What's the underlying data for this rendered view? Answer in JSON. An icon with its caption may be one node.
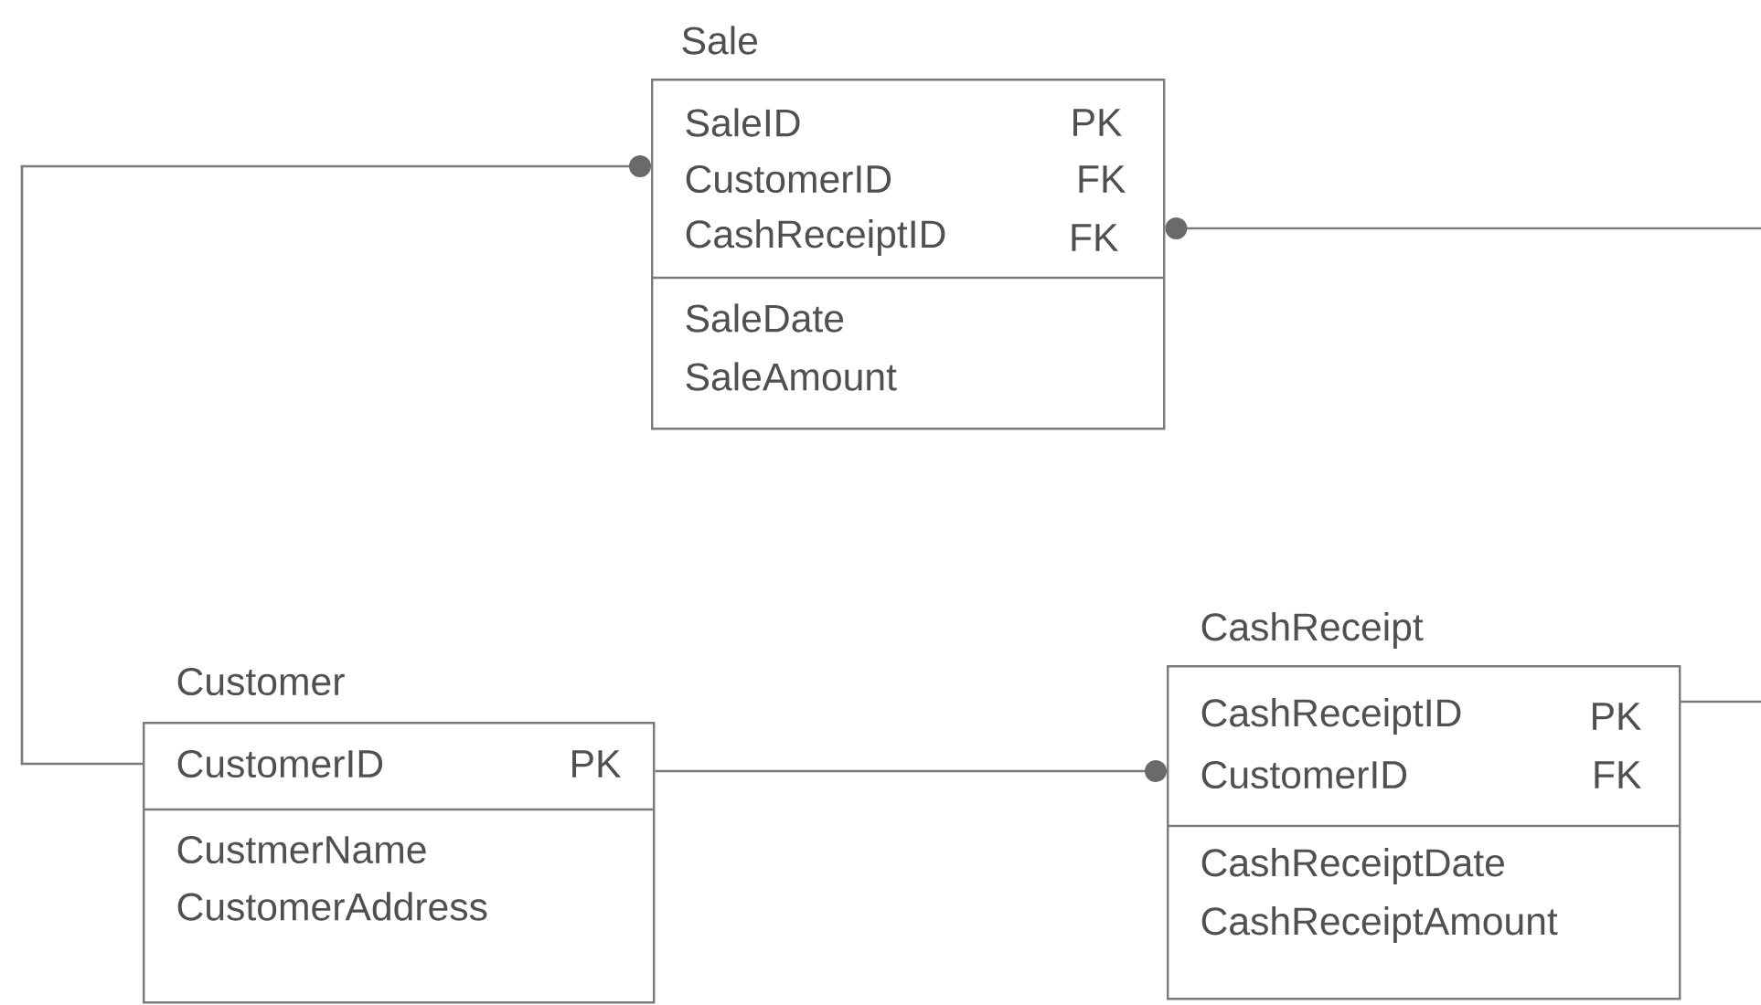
{
  "diagram": {
    "nodes": [
      {
        "text": [
          "Sale",
          "SaleID",
          "PK",
          "CustomerID",
          "FK",
          "CashReceiptID",
          "FK",
          "SaleDate",
          "SaleAmount"
        ]
      },
      {
        "text": [
          "CashReceipt",
          "CashReceiptID",
          "PK",
          "CustomerID",
          "FK",
          "CashReceiptDate",
          "CashReceiptAmount"
        ]
      },
      {
        "text": [
          "Customer",
          "CustomerID",
          "PK",
          "CustmerName",
          "CustomerAddress"
        ]
      }
    ],
    "edges": [
      {
        "from": 2,
        "to": 0,
        "arrow": "other"
      },
      {
        "from": 2,
        "to": 1,
        "arrow": "other"
      },
      {
        "from": null,
        "to": 0,
        "arrow": "other"
      },
      {
        "from": 1,
        "to": null,
        "arrow": "none"
      }
    ]
  }
}
